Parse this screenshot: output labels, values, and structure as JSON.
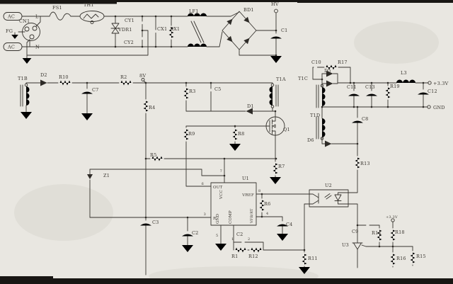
{
  "figure": {
    "kind": "scanned circuit schematic",
    "colors": {
      "paper": "#e9e7e1",
      "ink": "#36332e",
      "border_bars": "#181613"
    }
  },
  "refs": {
    "ac_top": "AC",
    "l": "L",
    "cn1": "CN1",
    "fg": "FG",
    "ac_bot": "AC",
    "n": "N",
    "fs1": "FS1",
    "th1": "TH1",
    "vdr1": "VDR1",
    "cy1": "CY1",
    "cy2": "CY2",
    "cx1": "CX1",
    "rx1": "RX1",
    "lf1": "LF1",
    "bd1": "BD1",
    "hv": "HV",
    "c1": "C1",
    "t1b": "T1B",
    "d2": "D2",
    "r10": "R10",
    "c7": "C7",
    "r2": "R2",
    "v8": "8V",
    "r4": "R4",
    "r5": "R5",
    "z1": "Z1",
    "r3": "R3",
    "c5": "C5",
    "d1": "D1",
    "t1a": "T1A",
    "q1": "Q1",
    "r9": "R9",
    "r8": "R8",
    "r7": "R7",
    "u1": "U1",
    "pin_out": "OUT",
    "pin_vcc": "VCC",
    "pin_vref": "VREF",
    "pin_r": "R",
    "pin_gnd": "GND",
    "pin_comp": "COMP",
    "pin_vfb": "VFB/RT",
    "n6": "6",
    "n7": "7",
    "n8": "8",
    "n4": "4",
    "n3": "3",
    "n1": "1",
    "n2": "2",
    "n5": "5",
    "c2": "C2",
    "r1": "R1",
    "r12": "R12",
    "c3": "C3",
    "c2b": "C2",
    "c4": "C4",
    "r6": "R6",
    "r11": "R11",
    "r13": "R13",
    "t1c": "T1C",
    "c10": "C10",
    "d5": "D5",
    "r17": "R17",
    "c11": "C11",
    "c13": "C13",
    "r19": "R19",
    "l3": "L3",
    "v33_out": "+3.3V",
    "c12": "C12",
    "gnd_out": "GND",
    "t1d": "T1D",
    "c8": "C8",
    "d6": "D6",
    "u2": "U2",
    "c9": "C9",
    "r14": "R14",
    "r18": "R18",
    "v33_fb": "+3.3V",
    "u3": "U3",
    "r16": "R16",
    "r15": "R15"
  }
}
